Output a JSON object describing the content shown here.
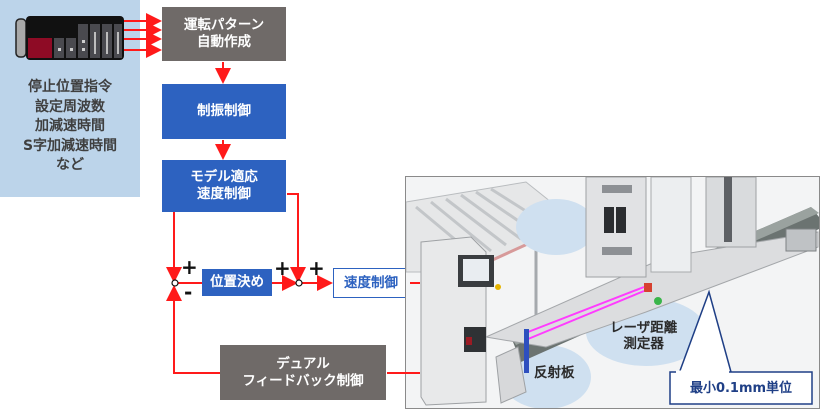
{
  "commands": {
    "lines": [
      "停止位置指令",
      "設定周波数",
      "加減速時間",
      "S字加減速時間",
      "など"
    ]
  },
  "blocks": {
    "pattern": [
      "運転パターン",
      "自動作成"
    ],
    "vibration": "制振制御",
    "model": [
      "モデル適応",
      "速度制御"
    ],
    "positioning": "位置決め",
    "speed": "速度制御",
    "dual": [
      "デュアル",
      "フィードバック制御"
    ]
  },
  "signs": {
    "sum1_plus": "+",
    "sum1_minus": "-",
    "sum2_plus_a": "+",
    "sum2_plus_b": "+"
  },
  "photo": {
    "reflector_label": "反射板",
    "laser_label": [
      "レーザ距離",
      "測定器"
    ],
    "resolution_callout": "最小0.1mm単位"
  },
  "colors": {
    "arrow": "#ff1a1a",
    "blue_block": "#2d62c0",
    "gray_block": "#6f6a68",
    "panel": "#bcd4ea",
    "callout": "#1f3f86"
  }
}
